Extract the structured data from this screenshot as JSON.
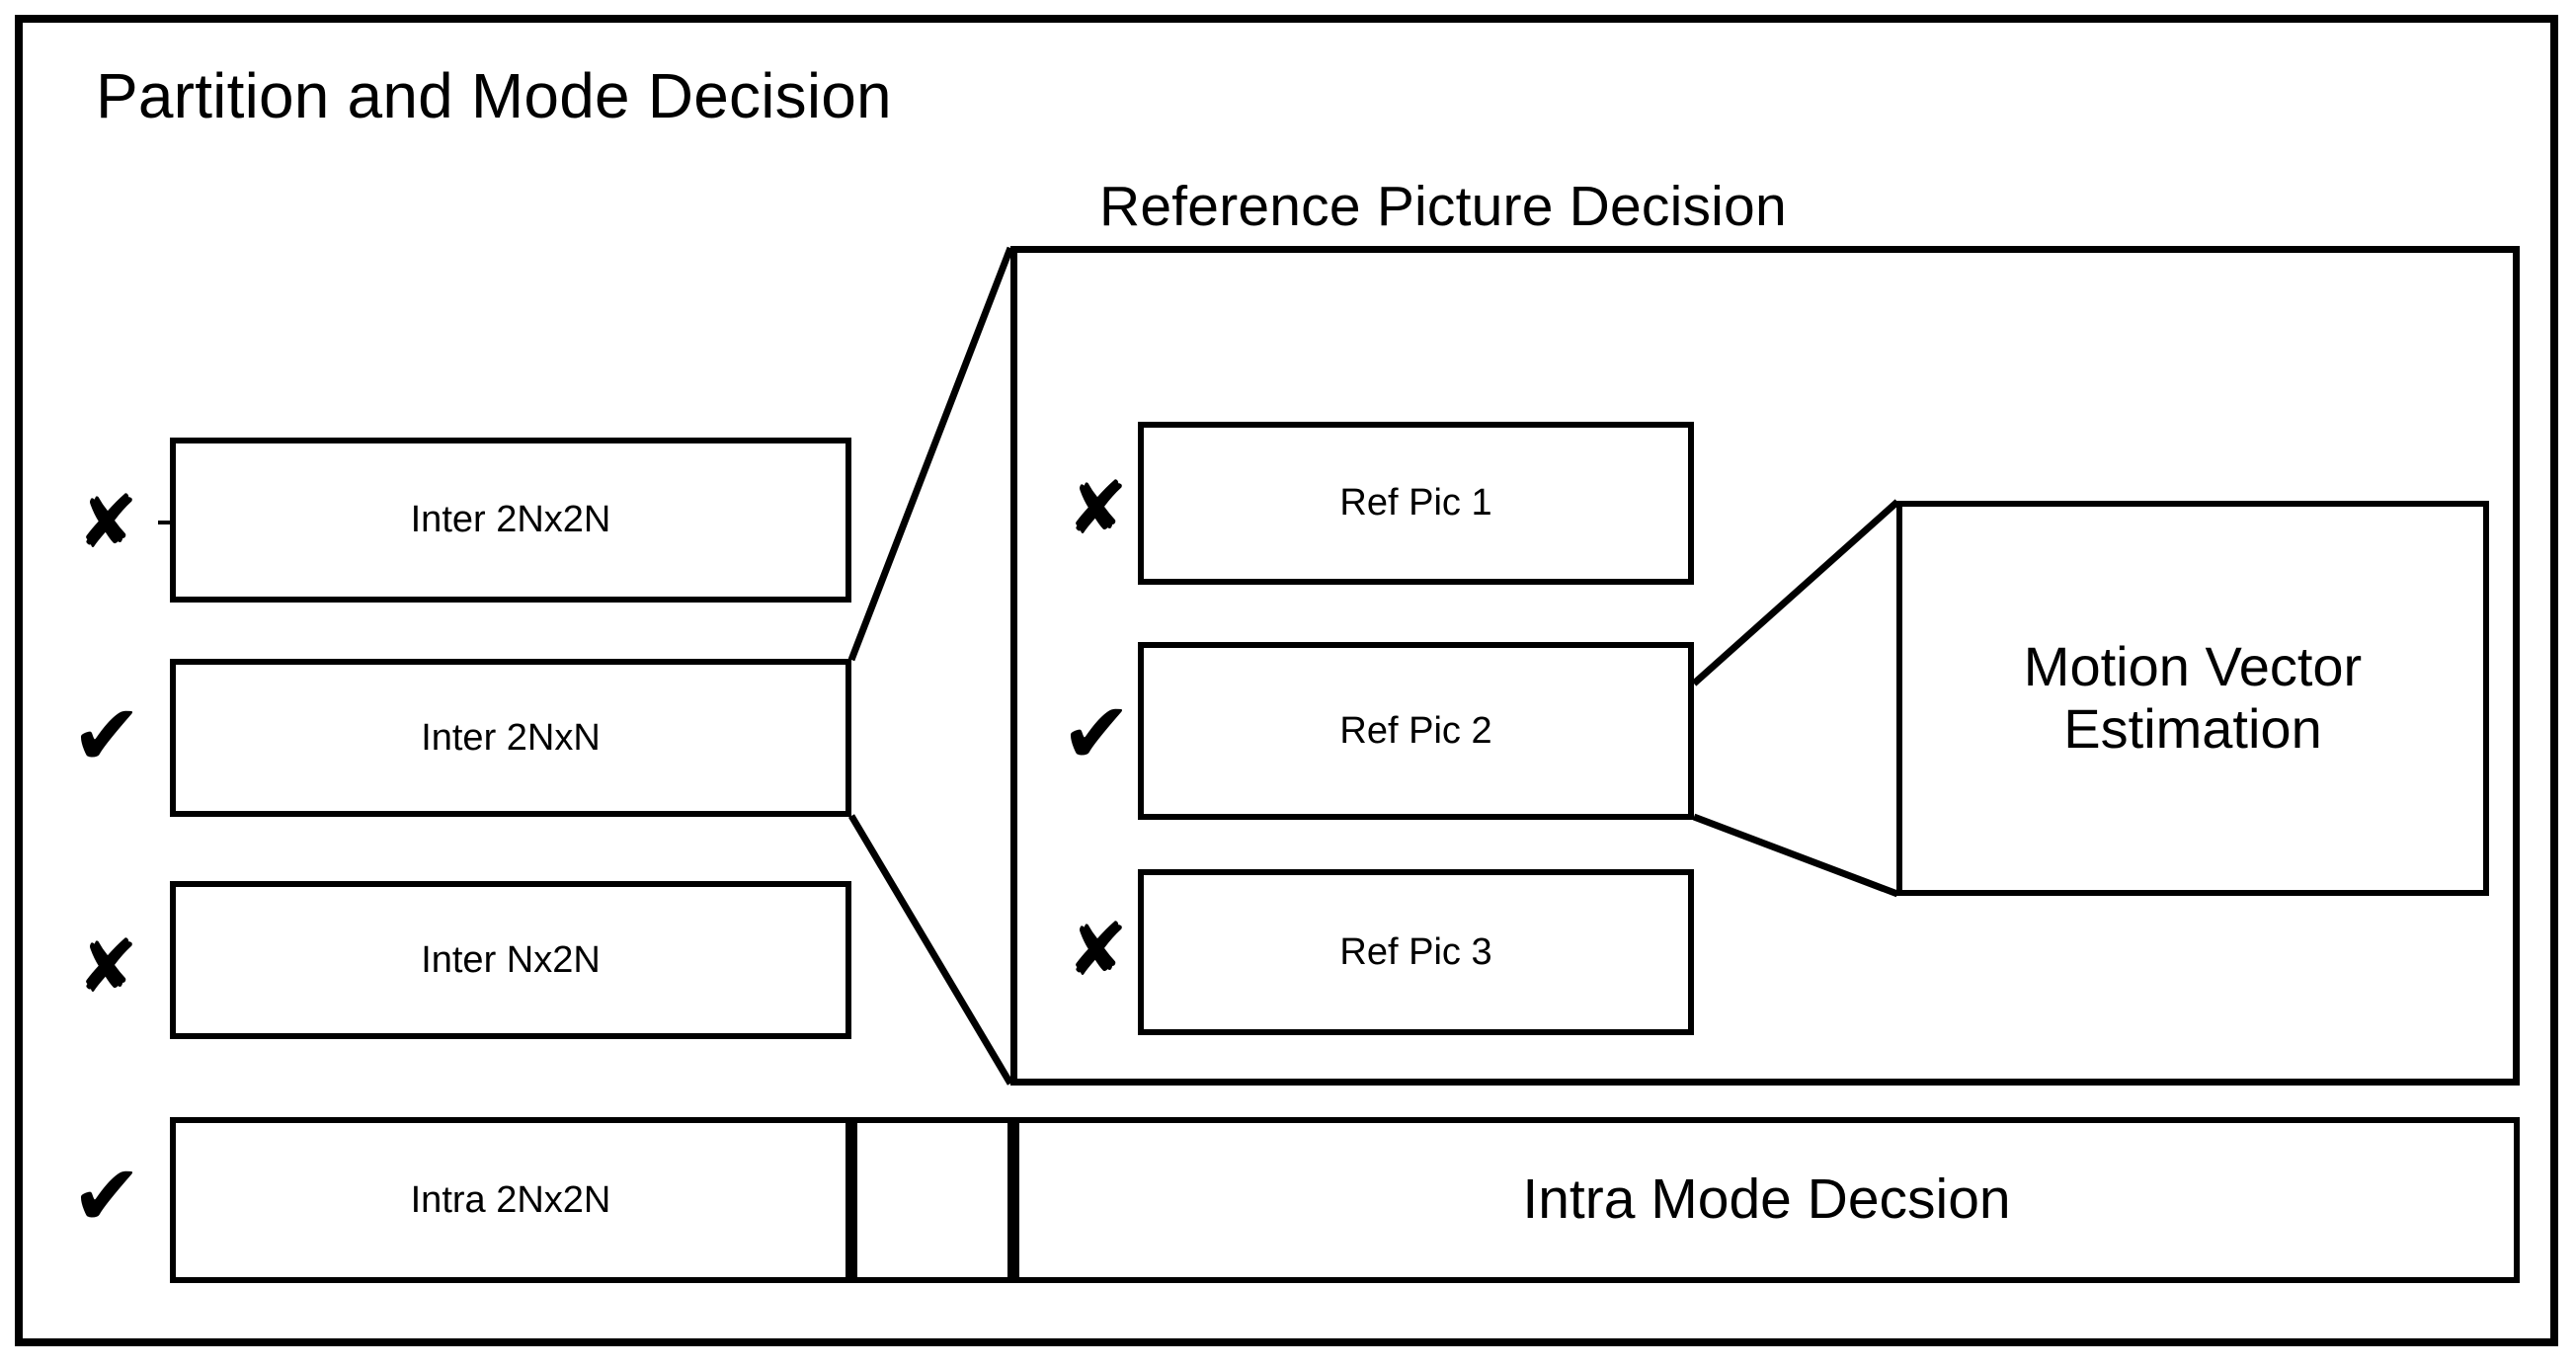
{
  "diagram": {
    "outer_panel": {
      "title": "Partition and Mode Decision"
    },
    "reference_panel": {
      "title": "Reference Picture Decision"
    },
    "partition_modes": [
      {
        "label": "Inter 2Nx2N",
        "mark": "cross",
        "mark_glyph": "✘"
      },
      {
        "label": "Inter 2NxN",
        "mark": "check",
        "mark_glyph": "✔"
      },
      {
        "label": "Inter Nx2N",
        "mark": "cross",
        "mark_glyph": "✘"
      }
    ],
    "intra_row": {
      "mark": "check",
      "mark_glyph": "✔",
      "partition_label": "Intra 2Nx2N",
      "spacer_label": "",
      "stage_label": "Intra Mode Decsion"
    },
    "reference_pictures": [
      {
        "label": "Ref Pic 1",
        "mark": "cross",
        "mark_glyph": "✘"
      },
      {
        "label": "Ref Pic 2",
        "mark": "check",
        "mark_glyph": "✔"
      },
      {
        "label": "Ref Pic 3",
        "mark": "cross",
        "mark_glyph": "✘"
      }
    ],
    "motion_vector": {
      "line1": "Motion Vector",
      "line2": "Estimation"
    },
    "colors": {
      "stroke": "#000000",
      "background": "#ffffff"
    }
  }
}
